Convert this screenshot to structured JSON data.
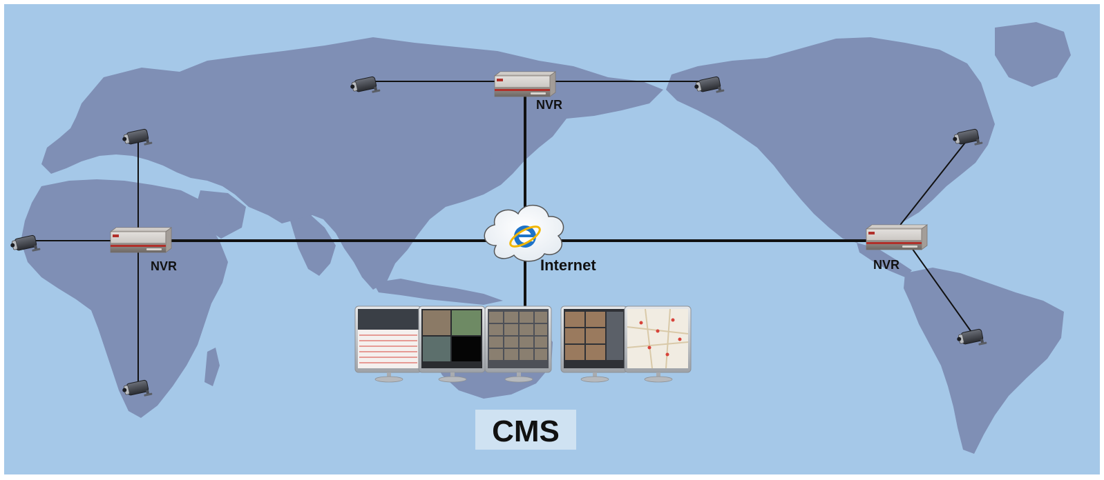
{
  "labels": {
    "nvr_top": "NVR",
    "nvr_left": "NVR",
    "nvr_right": "NVR",
    "internet": "Internet",
    "cms": "CMS"
  },
  "colors": {
    "ocean": "#a5c8e8",
    "land": "#7f8fb5",
    "link": "#111111",
    "nvr_body": "#c9c6c3",
    "nvr_front": "#8a8380",
    "nvr_stripe": "#b1302a",
    "camera": "#3a3d44",
    "monitor": "#b9bcc0",
    "cms_box": "#cfe2f2"
  },
  "icons": {
    "internet": "internet-explorer-icon",
    "camera": "security-camera-icon",
    "recorder": "nvr-device-icon",
    "monitor": "monitor-icon"
  }
}
